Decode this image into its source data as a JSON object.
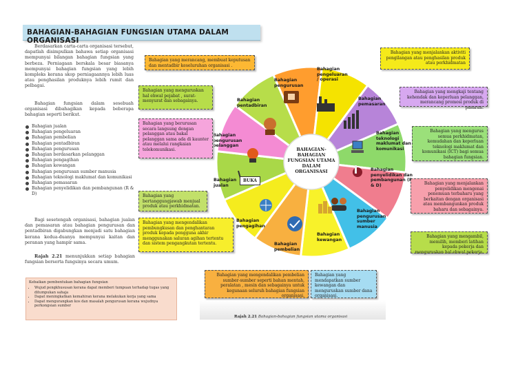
{
  "title": "BAHAGIAN-BAHAGIAN FUNGSIAN UTAMA DALAM ORGANISASI",
  "intro": "Berdasarkan carta-carta organisasi tersebut, dapatlah disimpulkan bahawa setiap organisasi mempunyai bilangan bahagian fungsian yang berbeza. Perniagaan berskala besar biasanya mempunyai bahagian fungsian yang lebih kompleks kerana skop perniagaannya lebih luas atau penghasilan produknya lebih rumit dan pelbagai.",
  "intro2": "Bahagian fungsian dalam sesebuah organisasi dibahagikan kepada beberapa bahagian seperti berikut.",
  "list": [
    "Bahagian jualan",
    "Bahagian pengeluaran",
    "Bahagian pembelian",
    "Bahagian pentadbiran",
    "Bahagian pengurusan",
    "Bahagian berdasarkan pelanggan",
    "Bahagian pengagihan",
    "Bahagian kewangan",
    "Bahagian pengurusan sumber manusia",
    "Bahagian teknologi maklumat dan komunikasi",
    "Bahagian pemasaran",
    "Bahagian penyelidikan dan pembangunan (R & D)"
  ],
  "para3": "Bagi sesetengah organisasi, bahagian jualan dan pemasaran atau bahagian pengurusan dan pentadbiran digabungkan menjadi satu bahagian kerana kedua-duanya mempunyai kaitan dan peranan yang hampir sama.",
  "para4_bold": "Rajah 2.21",
  "para4": " menunjukkan setiap bahagian fungsian berserta fungsinya secara umum.",
  "note": {
    "heading": "Kebaikan pembentukan bahagian fungsian",
    "items": [
      "Wujud pengkhususan kerana dapat memberi tumpuan terhadap tugas yang ditumpukan sahaja",
      "Dapat meningkatkan kemahiran kerana melakukan kerja yang sama",
      "Dapat mengurangkan kos dan masalah pengurusan kerana wujudnya perkongsian sumber"
    ]
  },
  "wheel": {
    "center": "BAHAGIAN- BAHAGIAN FUNGSIAN UTAMA DALAM ORGANISASI",
    "buka": "BUKA",
    "segments": [
      {
        "label": "Bahagian pengurusan",
        "color": "#ff9d2e"
      },
      {
        "label": "Bahagian pengeluaran / operasi",
        "color": "#f5e300"
      },
      {
        "label": "Bahagian pemasaran",
        "color": "#b784d9"
      },
      {
        "label": "Bahagian teknologi maklumat dan komunikasi",
        "color": "#8ed96a"
      },
      {
        "label": "Bahagian penyelidikan dan pembangunan (R & D)",
        "color": "#f07d8e"
      },
      {
        "label": "Bahagian pengurusan sumber manusia",
        "color": "#42c0e8"
      },
      {
        "label": "Bahagian kewangan",
        "color": "#f8f22a"
      },
      {
        "label": "Bahagian pembelian",
        "color": "#f8b040"
      },
      {
        "label": "Bahagian pengagihan",
        "color": "#f5ec1e"
      },
      {
        "label": "Bahagian jualan",
        "color": "#a9d848"
      },
      {
        "label": "Bahagian pengurusan pelanggan",
        "color": "#f48bd3"
      },
      {
        "label": "Bahagian pentadbiran",
        "color": "#b7dd4a"
      }
    ]
  },
  "boxes": {
    "pengurusan": "Bahagian yang merancang, membuat keputusan dan mentadbir keseluruhan organisasi .",
    "operasi": "Bahagian yang menjalankan aktiviti pengilangan atau penghasilan produk atau perkhidmatan",
    "pentadbiran": "Bahagian yang menguruskan hal ehwal pejabat , surat-menyurat dan sebagainya.",
    "pemasaran": "Bahagian yang mengkaji tentang kehendak dan keperluan pelanggan, merancang promosi produk di pasaran.",
    "pelanggan": "Bahagian yang berurusan secara langsung dengan pelanggan atau bakal pelanggan sama ada di kaunter atau melalui rangkaian telekomunikasi.",
    "ict": "Bahagian yang mengurus semua perkhidmatan, kemudahan dan keperluan teknologi maklumat dan komunikasi (ICT) bagi semua bahagian fungsian.",
    "jualan": "Bahagian yang bertanggungjawab menjual produk atau perkhidmatan.",
    "rnd": "Bahagian yang menjalankan penyelidikan mengenai penemuan terbaharu yang berkaitan dengan organisasi atau membangunkan produk baharu dan sebagainya.",
    "pengagihan": "Bahagian yang mengendalikan pembungkusan dan penghantaran produk kepada pengguna akhir menggunakan saluran agihan tertentu dan sistem pengangkutan tertentu.",
    "sdm": "Bahagian yang mengambil, memilih, memberi latihan kepada pekerja dan menguruskan hal ehwal pekerja.",
    "pembelian": "Bahagian yang mengendalikan pembelian sumber-sumber seperti bahan mentah, peralatan , mesin dan sebagainya untuk kegunaan seluruh bahagian fungsian organisasi.",
    "kewangan": "Bahagian yang mendapatkan sumber kewangan dan menguruskan sumber dana organisasi."
  },
  "caption_bold": "Rajah 2.21",
  "caption": "Bahagian-bahagian fungsian utama organisasi"
}
